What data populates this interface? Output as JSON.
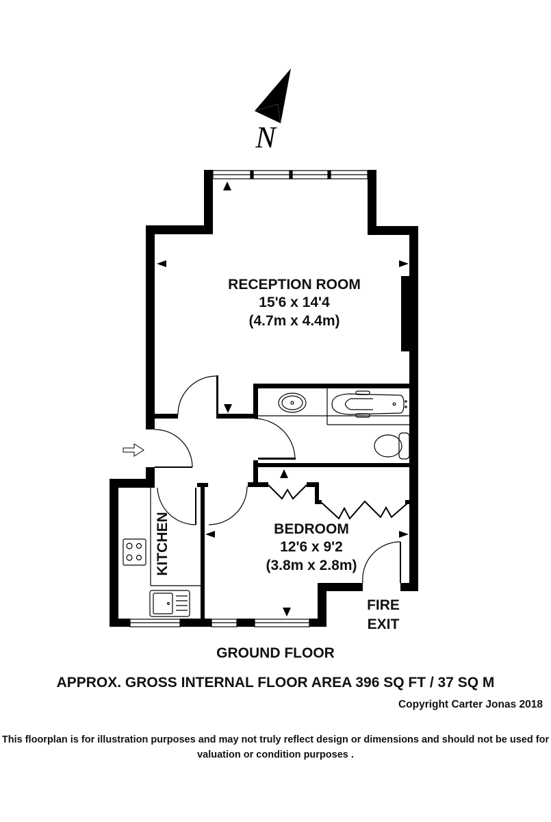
{
  "compass": {
    "label": "N",
    "icon": "north-arrow-icon"
  },
  "rooms": {
    "reception": {
      "name": "RECEPTION ROOM",
      "dim_imperial": "15'6 x 14'4",
      "dim_metric": "(4.7m x 4.4m)"
    },
    "bedroom": {
      "name": "BEDROOM",
      "dim_imperial": "12'6 x 9'2",
      "dim_metric": "(3.8m x 2.8m)"
    },
    "kitchen": {
      "name": "KITCHEN"
    },
    "bathroom": {
      "fixtures": [
        "wash-basin",
        "bath",
        "toilet"
      ]
    }
  },
  "fire_exit": {
    "line1": "FIRE",
    "line2": "EXIT"
  },
  "entrance": {
    "icon": "entrance-arrow-icon"
  },
  "footer": {
    "floor_name": "GROUND FLOOR",
    "area": "APPROX. GROSS INTERNAL FLOOR AREA 396 SQ FT / 37 SQ M",
    "copyright": "Copyright Carter Jonas 2018",
    "disclaimer": "This floorplan is for illustration purposes and may not truly reflect design or dimensions and should not be used for valuation or condition purposes ."
  },
  "colors": {
    "wall": "#000000",
    "background": "#ffffff"
  }
}
